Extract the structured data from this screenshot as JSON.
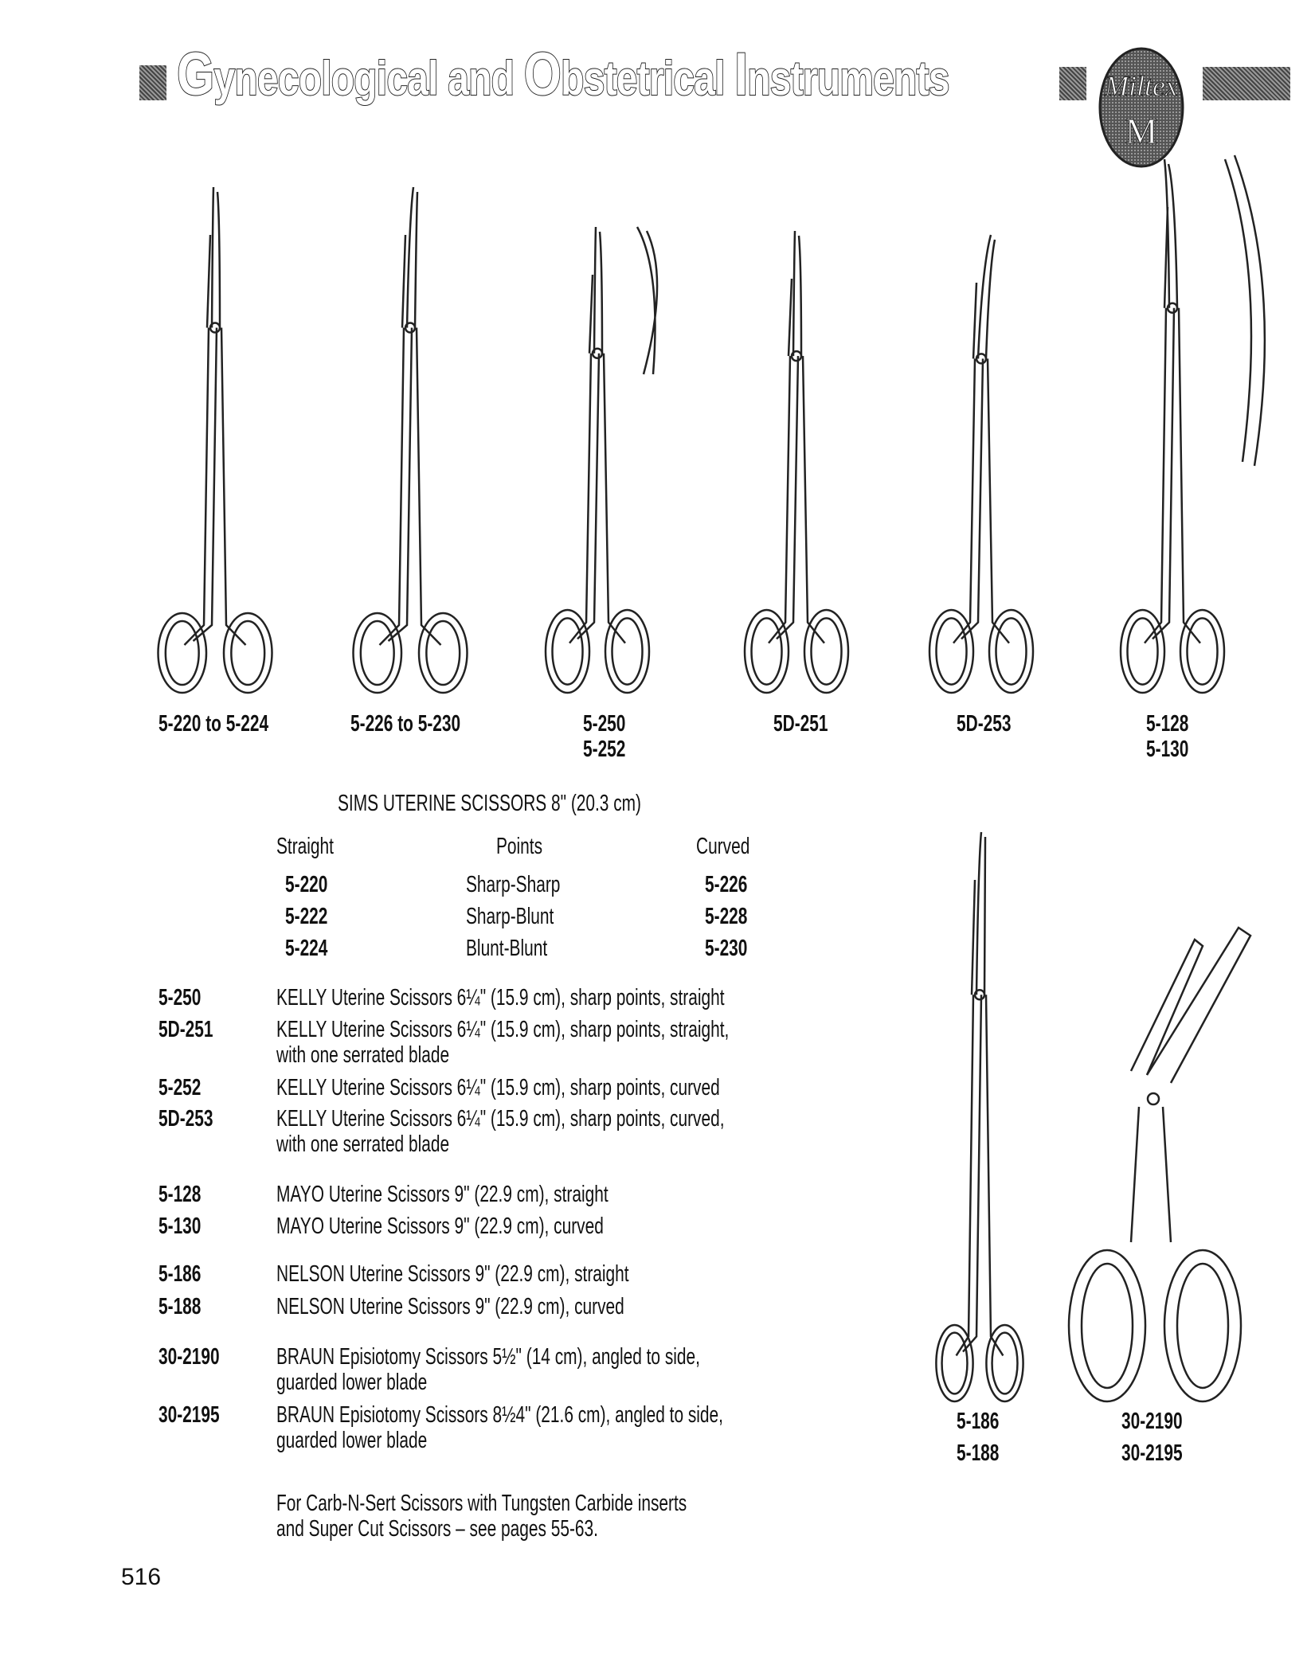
{
  "header": {
    "title_parts": [
      {
        "cap": "G",
        "rest": "ynecological and "
      },
      {
        "cap": "O",
        "rest": "bstetrical "
      },
      {
        "cap": "I",
        "rest": "nstruments"
      }
    ],
    "logo_text": "Miltex M"
  },
  "top_figure_labels": [
    {
      "lines": [
        "5-220 to 5-224"
      ]
    },
    {
      "lines": [
        "5-226 to 5-230"
      ]
    },
    {
      "lines": [
        "5-250",
        "5-252"
      ]
    },
    {
      "lines": [
        "5D-251"
      ]
    },
    {
      "lines": [
        "5D-253"
      ]
    },
    {
      "lines": [
        "5-128",
        "5-130"
      ]
    }
  ],
  "sims_table": {
    "title": "SIMS UTERINE SCISSORS 8\" (20.3 cm)",
    "headers": [
      "Straight",
      "Points",
      "Curved"
    ],
    "rows": [
      [
        "5-220",
        "Sharp-Sharp",
        "5-226"
      ],
      [
        "5-222",
        "Sharp-Blunt",
        "5-228"
      ],
      [
        "5-224",
        "Blunt-Blunt",
        "5-230"
      ]
    ]
  },
  "catalog": [
    {
      "code": "5-250",
      "lines": [
        "KELLY Uterine Scissors 6¼\" (15.9 cm), sharp points, straight"
      ]
    },
    {
      "code": "5D-251",
      "lines": [
        "KELLY Uterine Scissors 6¼\" (15.9 cm), sharp points, straight,",
        "with one serrated blade"
      ]
    },
    {
      "code": "5-252",
      "lines": [
        "KELLY Uterine Scissors 6¼\" (15.9 cm), sharp points, curved"
      ]
    },
    {
      "code": "5D-253",
      "lines": [
        "KELLY Uterine Scissors 6¼\" (15.9 cm), sharp points, curved,",
        "with one serrated blade"
      ]
    },
    {
      "code": "5-128",
      "lines": [
        "MAYO Uterine Scissors 9\" (22.9 cm), straight"
      ]
    },
    {
      "code": "5-130",
      "lines": [
        "MAYO Uterine Scissors 9\" (22.9 cm), curved"
      ]
    },
    {
      "code": "5-186",
      "lines": [
        "NELSON Uterine Scissors 9\" (22.9 cm), straight"
      ]
    },
    {
      "code": "5-188",
      "lines": [
        "NELSON Uterine Scissors 9\" (22.9 cm), curved"
      ]
    },
    {
      "code": "30-2190",
      "lines": [
        "BRAUN Episiotomy Scissors 5½\" (14 cm), angled to side,",
        "guarded lower blade"
      ]
    },
    {
      "code": "30-2195",
      "lines": [
        "BRAUN Episiotomy Scissors 8½4\" (21.6 cm), angled to side,",
        "guarded lower blade"
      ]
    }
  ],
  "bottom_figure_labels": [
    {
      "lines": [
        "5-186",
        "5-188"
      ]
    },
    {
      "lines": [
        "30-2190",
        "30-2195"
      ]
    }
  ],
  "note": [
    "For Carb-N-Sert Scissors with Tungsten Carbide inserts",
    "and Super Cut Scissors – see pages 55-63."
  ],
  "page_number": "516"
}
